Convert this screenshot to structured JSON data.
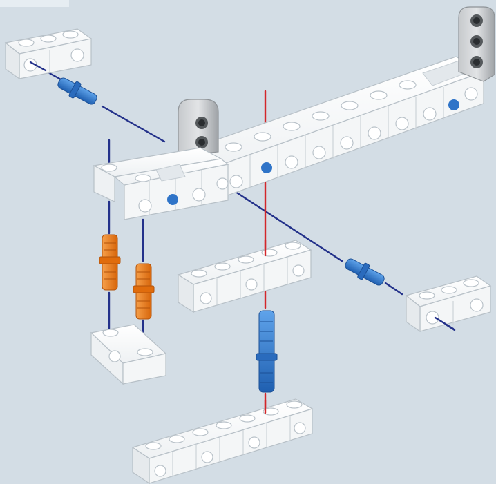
{
  "scene": {
    "type": "exploded-assembly-diagram",
    "colors": {
      "background": "#d3dde5",
      "beam": "#f7f8f9",
      "beam_edge": "#b7c0c7",
      "beam_shadow": "#dfe4e8",
      "axis_red": "#d3262a",
      "axis_blue": "#23318a",
      "pin_blue": "#2f74c8",
      "pin_orange": "#e97510",
      "gray_liftarm": "#a9adb1"
    },
    "parts": [
      "white-beam-3-top-left",
      "blue-pin-top-left",
      "long-white-beam-main",
      "gray-liftarm-right",
      "gray-liftarm-middle",
      "white-beam-5-front",
      "orange-pin-left",
      "orange-pin-right",
      "white-beam-2-bottom-left",
      "white-beam-5-middle",
      "blue-pin-right",
      "white-beam-3-right",
      "long-blue-axle-pin",
      "white-beam-7-bottom"
    ]
  }
}
